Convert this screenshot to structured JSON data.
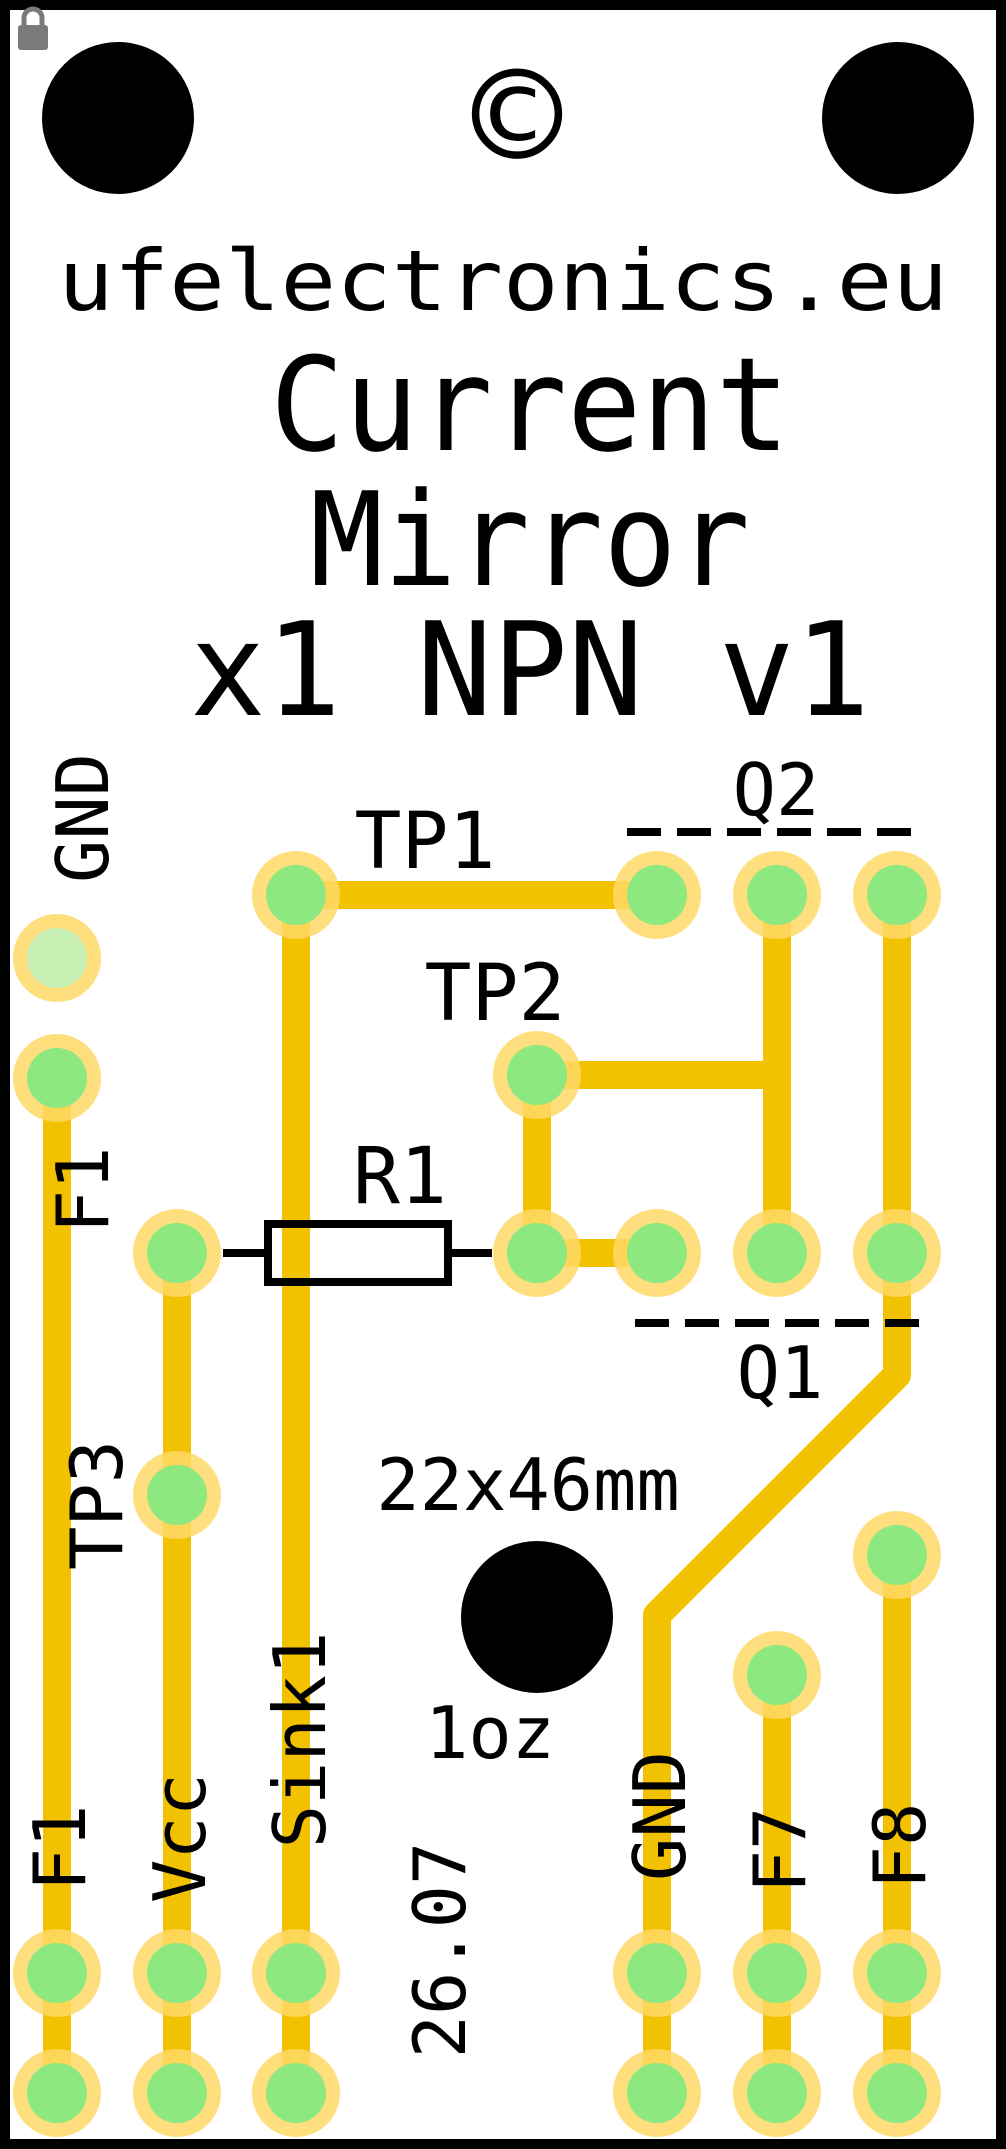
{
  "board": {
    "copyright": "©",
    "website": "ufelectronics.eu",
    "title_lines": [
      "Current",
      "Mirror",
      "x1 NPN v1"
    ],
    "size_label": "22x46mm",
    "copper_label": "1oz",
    "date_label": "26.07"
  },
  "component_labels": {
    "tp1": "TP1",
    "tp2": "TP2",
    "tp3": "TP3",
    "r1": "R1",
    "q1": "Q1",
    "q2": "Q2"
  },
  "edge_labels": {
    "gnd_top": "GND",
    "f1_side": "F1",
    "f1": "F1",
    "vcc": "Vcc",
    "sink1": "Sink1",
    "gnd": "GND",
    "f7": "F7",
    "f8": "F8"
  },
  "colors": {
    "trace": "#f2c200",
    "pad_ring": "#ffd966",
    "pad_core": "#8de87f",
    "silkscreen": "#000000",
    "board": "#ffffff"
  },
  "icons": {
    "lock": "lock-icon"
  }
}
